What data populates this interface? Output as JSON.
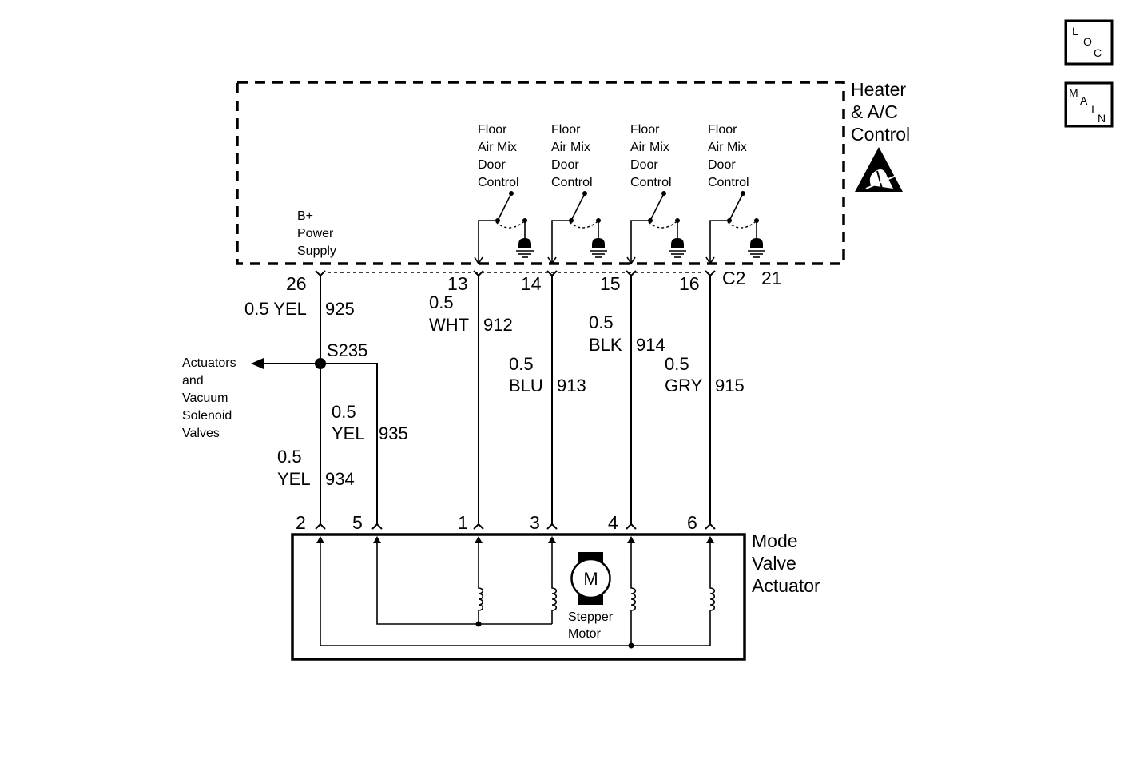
{
  "nav": {
    "loc": [
      "L",
      "O",
      "C"
    ],
    "main": [
      "M",
      "A",
      "I",
      "N"
    ]
  },
  "control": {
    "title": [
      "Heater",
      "& A/C",
      "Control"
    ],
    "power_label": [
      "B+",
      "Power",
      "Supply"
    ],
    "switch_label": [
      "Floor",
      "Air Mix",
      "Door",
      "Control"
    ],
    "connector": "C2",
    "pin_extra": "21"
  },
  "top_pins": [
    "26",
    "13",
    "14",
    "15",
    "16"
  ],
  "wires": {
    "w925": {
      "size": "0.5 YEL",
      "circuit": "925"
    },
    "w912": {
      "size": "0.5",
      "color": "WHT",
      "circuit": "912"
    },
    "w913": {
      "size": "0.5",
      "color": "BLU",
      "circuit": "913"
    },
    "w914": {
      "size": "0.5",
      "color": "BLK",
      "circuit": "914"
    },
    "w915": {
      "size": "0.5",
      "color": "GRY",
      "circuit": "915"
    },
    "w935": {
      "size": "0.5",
      "color": "YEL",
      "circuit": "935"
    },
    "w934": {
      "size": "0.5",
      "color": "YEL",
      "circuit": "934"
    }
  },
  "splice": "S235",
  "branch_label": [
    "Actuators",
    "and",
    "Vacuum",
    "Solenoid",
    "Valves"
  ],
  "bottom_pins": [
    "2",
    "5",
    "1",
    "3",
    "4",
    "6"
  ],
  "actuator": {
    "title": [
      "Mode",
      "Valve",
      "Actuator"
    ],
    "motor_symbol": "M",
    "motor_label": [
      "Stepper",
      "Motor"
    ]
  }
}
